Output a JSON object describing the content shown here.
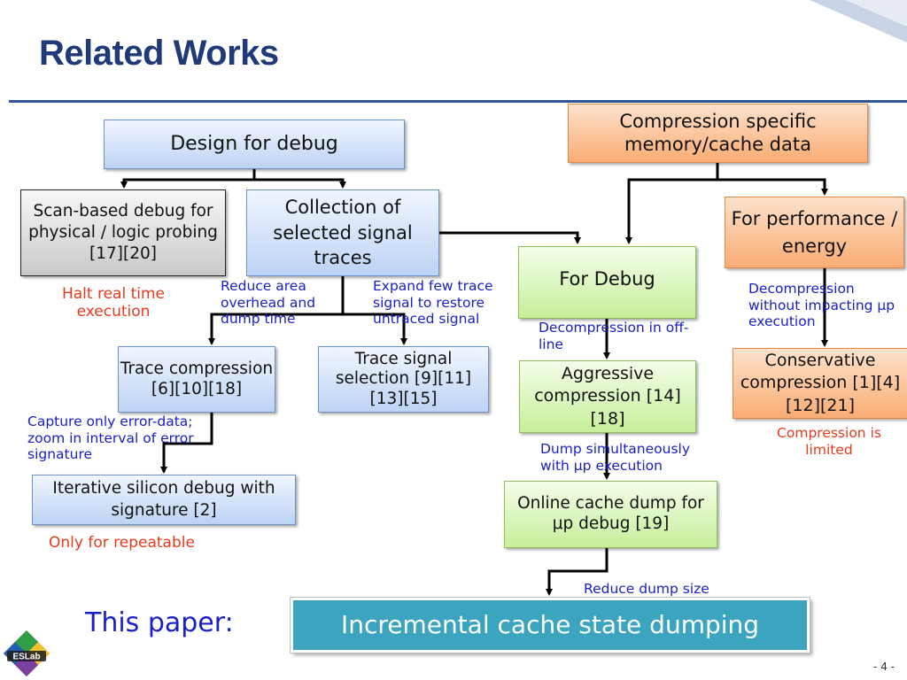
{
  "title": "Related Works",
  "logo_text": "ESLab",
  "page_number": "- 4 -",
  "this_paper_label": "This paper:",
  "boxes": {
    "design_for_debug": "Design for debug",
    "compression_specific": "Compression specific memory/cache data",
    "scan_based": "Scan-based debug for physical / logic probing [17][20]",
    "collection": "Collection of selected signal traces",
    "for_debug": "For Debug",
    "for_performance": "For performance / energy",
    "trace_compression": "Trace compression [6][10][18]",
    "trace_signal_selection": "Trace signal selection [9][11][13][15]",
    "aggressive": "Aggressive compression [14][18]",
    "conservative": "Conservative compression [1][4][12][21]",
    "iterative": "Iterative silicon debug with signature [2]",
    "online_dump": "Online cache dump for μp debug [19]",
    "incremental": "Incremental cache state dumping"
  },
  "notes": {
    "halt": "Halt real time execution",
    "reduce_area": "Reduce area overhead and dump time",
    "expand_few": "Expand few trace signal to restore untraced signal",
    "decompression_offline": "Decompression in off-line",
    "decompression_without": "Decompression without impacting μp execution",
    "capture": "Capture only error-data; zoom in interval of error signature",
    "dump_simultaneously": "Dump simultaneously with μp execution",
    "compression_limited": "Compression is limited",
    "only_repeatable": "Only for repeatable",
    "reduce_dump": "Reduce dump size"
  },
  "colors": {
    "title": "#1f3a78",
    "note_blue": "#1a20c8",
    "note_red": "#e8391b",
    "highlight_box": "#3ba4bf"
  }
}
